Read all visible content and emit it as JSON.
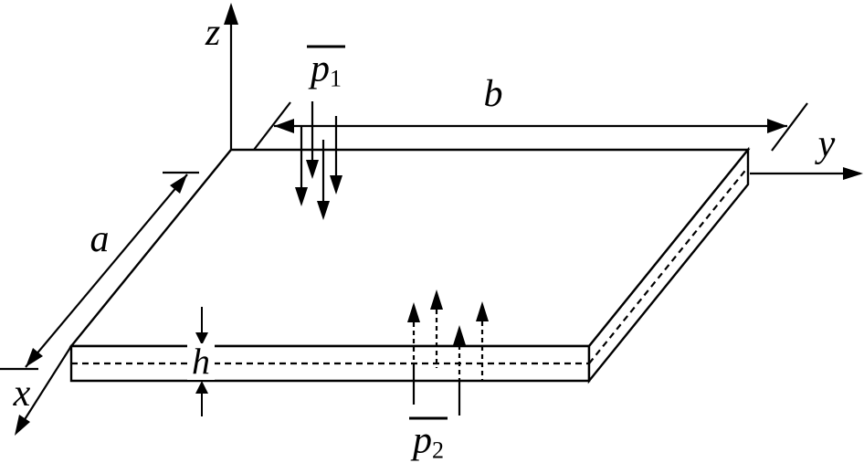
{
  "figure": {
    "kind": "plate-load-diagram",
    "description": "Rectangular plate of thickness h and planform a by b, with distributed load p1 on the top surface and distributed load p2 on the bottom surface, shown in x-y-z axes",
    "background_color": "#ffffff",
    "line_color": "#000000"
  },
  "labels": {
    "axis_z": "z",
    "axis_y": "y",
    "axis_x": "x",
    "dim_a": "a",
    "dim_b": "b",
    "thickness_h": "h",
    "load_p1": {
      "base": "p",
      "sub": "1"
    },
    "load_p2": {
      "base": "p",
      "sub": "2"
    }
  }
}
